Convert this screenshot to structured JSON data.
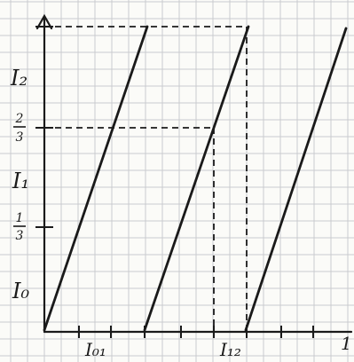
{
  "diagram": {
    "y_labels": {
      "i0": "I₀",
      "one_third_num": "1",
      "one_third_den": "3",
      "i1": "I₁",
      "two_thirds_num": "2",
      "two_thirds_den": "3",
      "i2": "I₂"
    },
    "x_labels": {
      "i01": "I₀₁",
      "i12": "I₁₂",
      "one": "1"
    },
    "colors": {
      "ink": "#1a1a1a",
      "grid": "#c9cbcf",
      "paper": "#fbfbf8"
    }
  }
}
